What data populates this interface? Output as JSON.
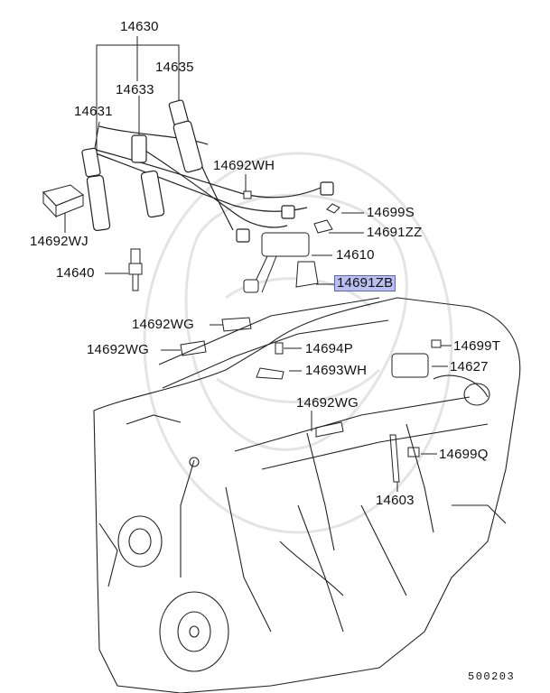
{
  "diagram": {
    "reference_code": "500203",
    "highlighted_part": "14691ZB",
    "colors": {
      "line": "#222222",
      "highlight_fill": "#b9bff0",
      "highlight_border": "#5b63c9",
      "watermark": "#e6e6e6"
    },
    "labels": {
      "p14630": "14630",
      "p14635": "14635",
      "p14633": "14633",
      "p14631": "14631",
      "p14692WH": "14692WH",
      "p14699S": "14699S",
      "p14691ZZ": "14691ZZ",
      "p14692WJ": "14692WJ",
      "p14610": "14610",
      "p14640": "14640",
      "p14691ZB": "14691ZB",
      "p14692WG_a": "14692WG",
      "p14692WG_b": "14692WG",
      "p14694P": "14694P",
      "p14699T": "14699T",
      "p14693WH": "14693WH",
      "p14627": "14627",
      "p14692WG_c": "14692WG",
      "p14699Q": "14699Q",
      "p14603": "14603"
    }
  }
}
